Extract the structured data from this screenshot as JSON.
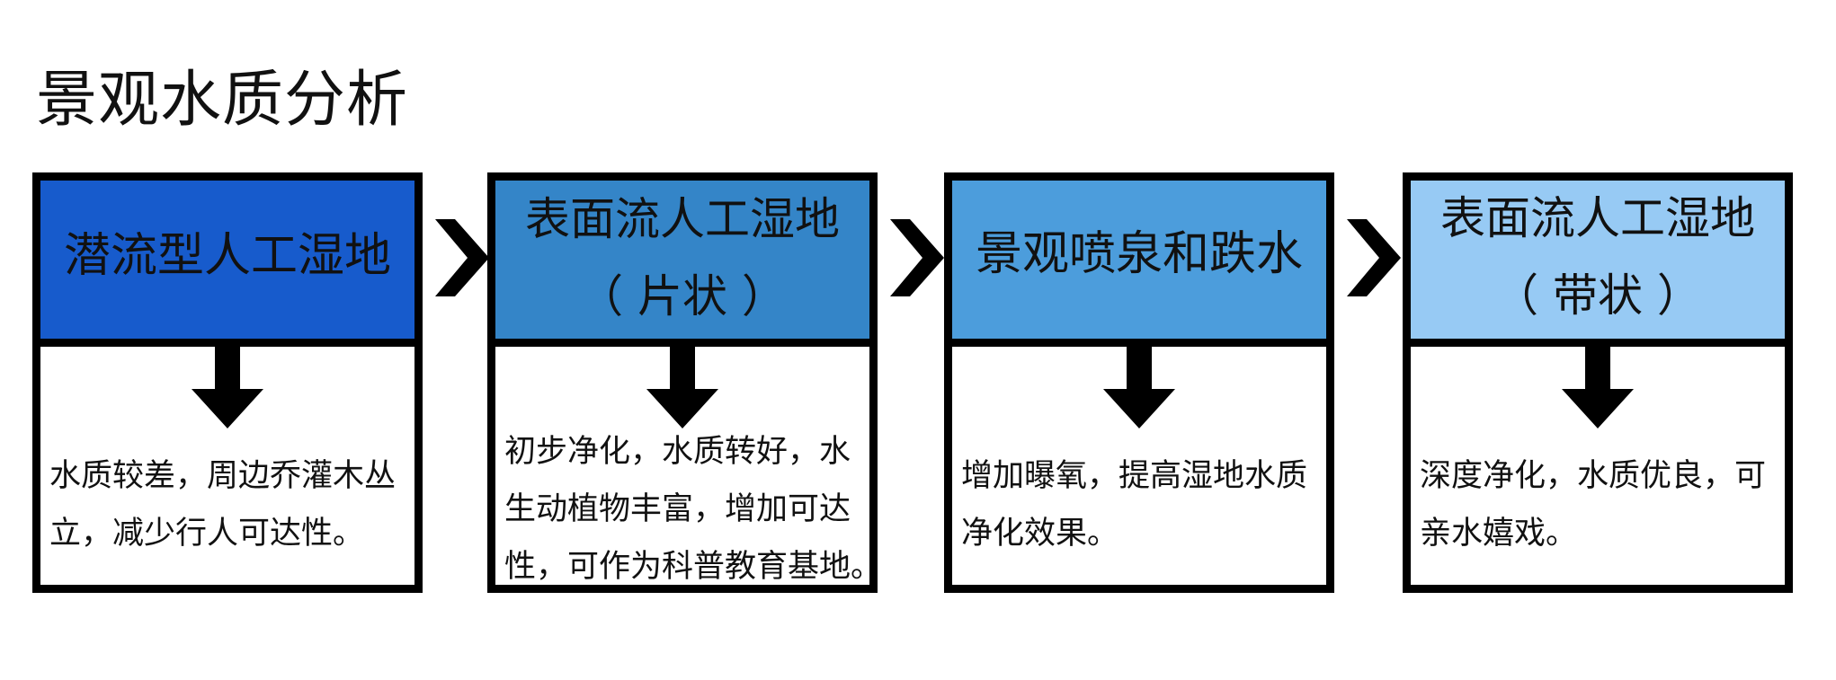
{
  "title": "景观水质分析",
  "colors": {
    "stage_1": "#175bcc",
    "stage_2": "#3485c8",
    "stage_3": "#4c9ddc",
    "stage_4": "#97caf4",
    "border": "#000000",
    "arrow": "#000000"
  },
  "icons": {
    "between_stages": "chevron-right-icon",
    "header_to_body": "arrow-down-icon"
  },
  "stages": [
    {
      "header_lines": [
        "潜流型人工湿地"
      ],
      "body_lines": [
        "水质较差，周边乔灌木丛",
        "立，减少行人可达性。"
      ]
    },
    {
      "header_lines": [
        "表面流人工湿地",
        "（ 片状 ）"
      ],
      "body_lines": [
        "初步净化，水质转好，水",
        "生动植物丰富，增加可达",
        "性，可作为科普教育基地。"
      ]
    },
    {
      "header_lines": [
        "景观喷泉和跌水"
      ],
      "body_lines": [
        "增加曝氧，提高湿地水质",
        "净化效果。"
      ]
    },
    {
      "header_lines": [
        "表面流人工湿地",
        "（ 带状 ）"
      ],
      "body_lines": [
        "深度净化，水质优良，可",
        "亲水嬉戏。"
      ]
    }
  ]
}
